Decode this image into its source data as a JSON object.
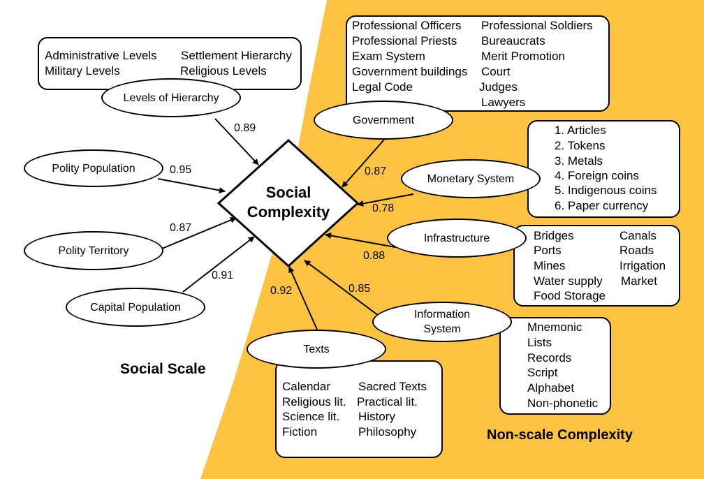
{
  "center": {
    "line1": "Social",
    "line2": "Complexity"
  },
  "regions": {
    "scale": "Social Scale",
    "nonscale": "Non-scale Complexity"
  },
  "colors": {
    "background_nonscale": "#FFC342",
    "box_fill": "#FFFFFF",
    "stroke": "#000000"
  },
  "nodes": {
    "hierarchy": {
      "label": "Levels of Hierarchy",
      "weight": "0.89",
      "items": [
        "Administrative Levels",
        "Military Levels",
        "Settlement Hierarchy",
        "Religious Levels"
      ]
    },
    "polity_population": {
      "label": "Polity Population",
      "weight": "0.95"
    },
    "polity_territory": {
      "label": "Polity Territory",
      "weight": "0.87"
    },
    "capital_population": {
      "label": "Capital Population",
      "weight": "0.91"
    },
    "government": {
      "label": "Government",
      "weight": "0.87",
      "items": [
        "Professional Officers",
        "Professional Priests",
        "Exam System",
        "Government buildings",
        "Legal Code",
        "Professional Soldiers",
        "Bureaucrats",
        "Merit Promotion",
        "Court",
        "Judges",
        "Lawyers"
      ]
    },
    "monetary": {
      "label": "Monetary System",
      "weight": "0.78",
      "items": [
        "1. Articles",
        "2. Tokens",
        "3. Metals",
        "4. Foreign coins",
        "5. Indigenous coins",
        "6. Paper currency"
      ]
    },
    "infrastructure": {
      "label": "Infrastructure",
      "weight": "0.88",
      "items": [
        "Bridges",
        "Ports",
        "Mines",
        "Water supply",
        "Food Storage",
        "Canals",
        "Roads",
        "Irrigation",
        "Market"
      ]
    },
    "information": {
      "label_line1": "Information",
      "label_line2": "System",
      "weight": "0.85",
      "items": [
        "Mnemonic",
        "Lists",
        "Records",
        "Script",
        "Alphabet",
        "Non-phonetic"
      ]
    },
    "texts": {
      "label": "Texts",
      "weight": "0.92",
      "items": [
        "Calendar",
        "Religious lit.",
        "Science lit.",
        "Fiction",
        "Sacred Texts",
        "Practical lit.",
        "History",
        "Philosophy"
      ]
    }
  }
}
